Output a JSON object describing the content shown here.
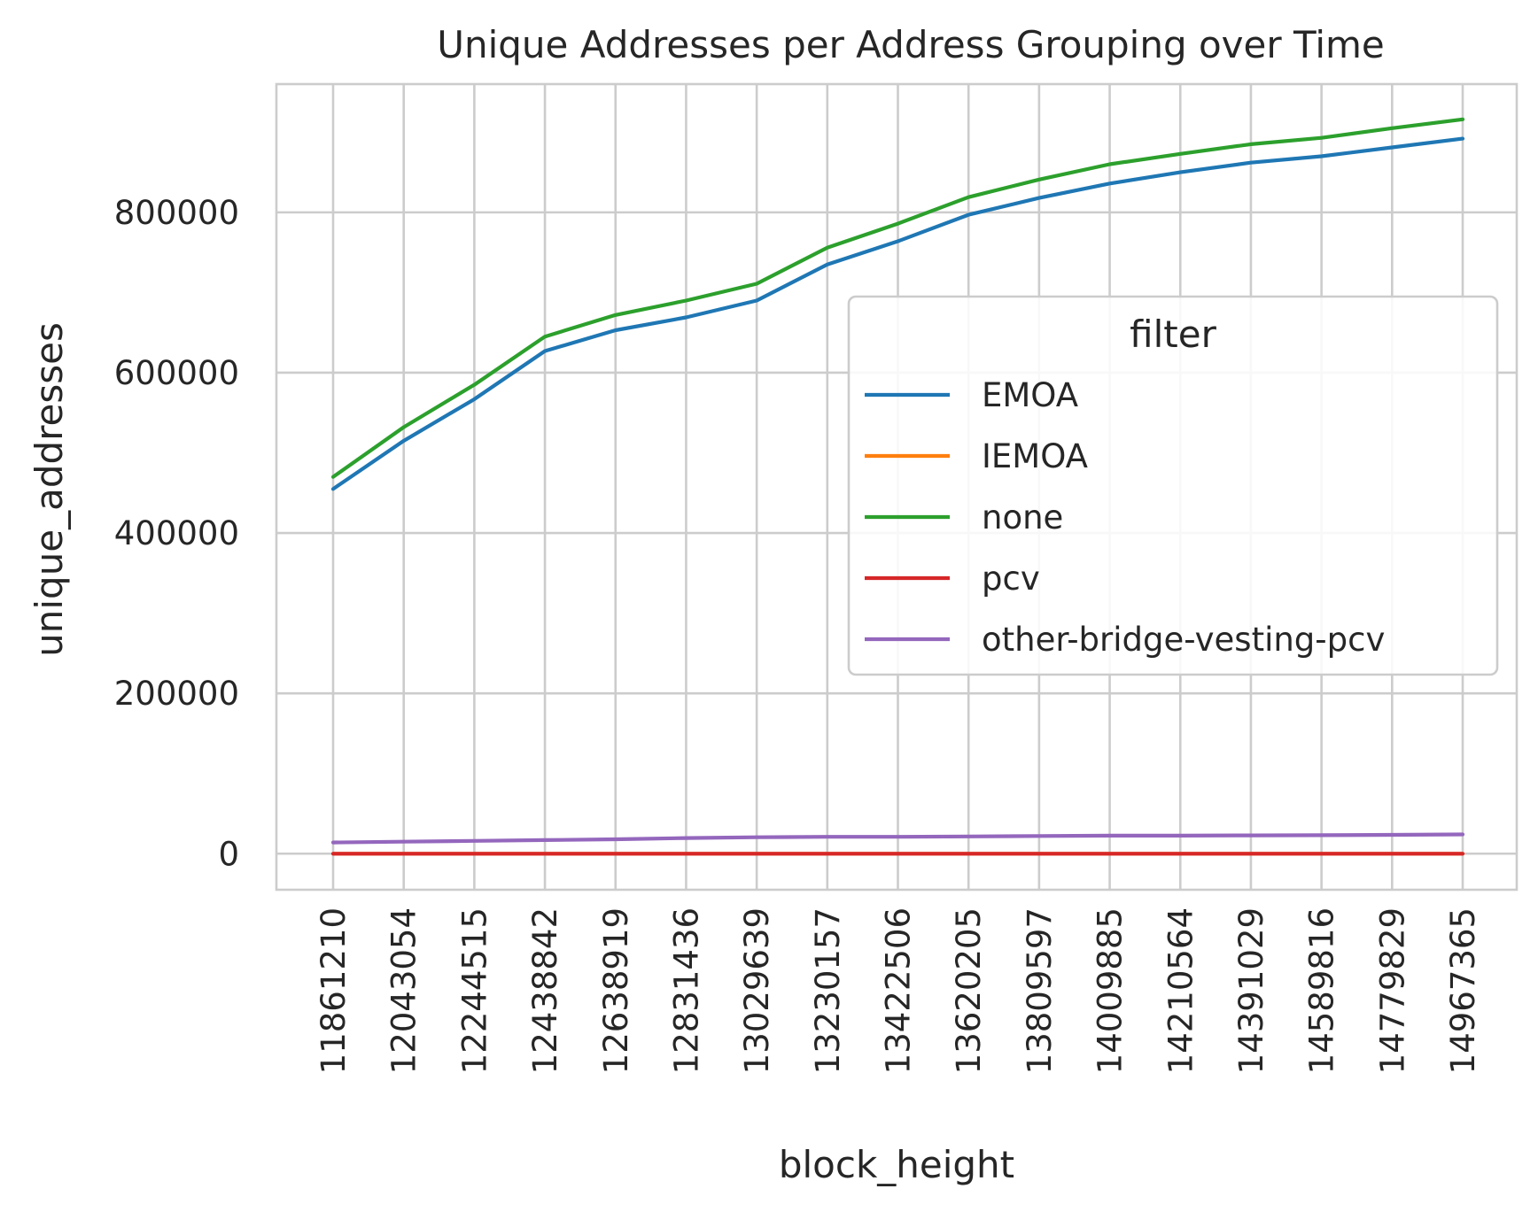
{
  "chart_data": {
    "type": "line",
    "title": "Unique Addresses per Address Grouping over Time",
    "xlabel": "block_height",
    "ylabel": "unique_addresses",
    "categories": [
      "11861210",
      "12043054",
      "12244515",
      "12438842",
      "12638919",
      "12831436",
      "13029639",
      "13230157",
      "13422506",
      "13620205",
      "13809597",
      "14009885",
      "14210564",
      "14391029",
      "14589816",
      "14779829",
      "14967365"
    ],
    "ylim": [
      -45000,
      960000
    ],
    "yticks": [
      0,
      200000,
      400000,
      600000,
      800000
    ],
    "grid": true,
    "legend": {
      "title": "filter",
      "placement": "center-right"
    },
    "series": [
      {
        "name": "EMOA",
        "color": "#1f77b4",
        "values": [
          455000,
          515000,
          567000,
          627000,
          653000,
          669000,
          690000,
          735000,
          764000,
          797000,
          818000,
          836000,
          850000,
          862000,
          870000,
          881000,
          892000
        ]
      },
      {
        "name": "IEMOA",
        "color": "#ff7f0e",
        "values": [
          0,
          0,
          0,
          0,
          0,
          0,
          0,
          0,
          0,
          0,
          0,
          0,
          0,
          0,
          0,
          0,
          0
        ]
      },
      {
        "name": "none",
        "color": "#2ca02c",
        "values": [
          470000,
          532000,
          585000,
          645000,
          672000,
          690000,
          711000,
          756000,
          786000,
          819000,
          841000,
          860000,
          873000,
          885000,
          893000,
          905000,
          916000
        ]
      },
      {
        "name": "pcv",
        "color": "#d62728",
        "values": [
          0,
          0,
          0,
          0,
          0,
          0,
          0,
          0,
          0,
          0,
          0,
          0,
          0,
          0,
          0,
          0,
          0
        ]
      },
      {
        "name": "other-bridge-vesting-pcv",
        "color": "#9467bd",
        "values": [
          14000,
          15000,
          16000,
          17000,
          18000,
          19500,
          20500,
          21000,
          21000,
          21500,
          22000,
          22500,
          22500,
          22800,
          23000,
          23500,
          24000
        ]
      }
    ]
  }
}
